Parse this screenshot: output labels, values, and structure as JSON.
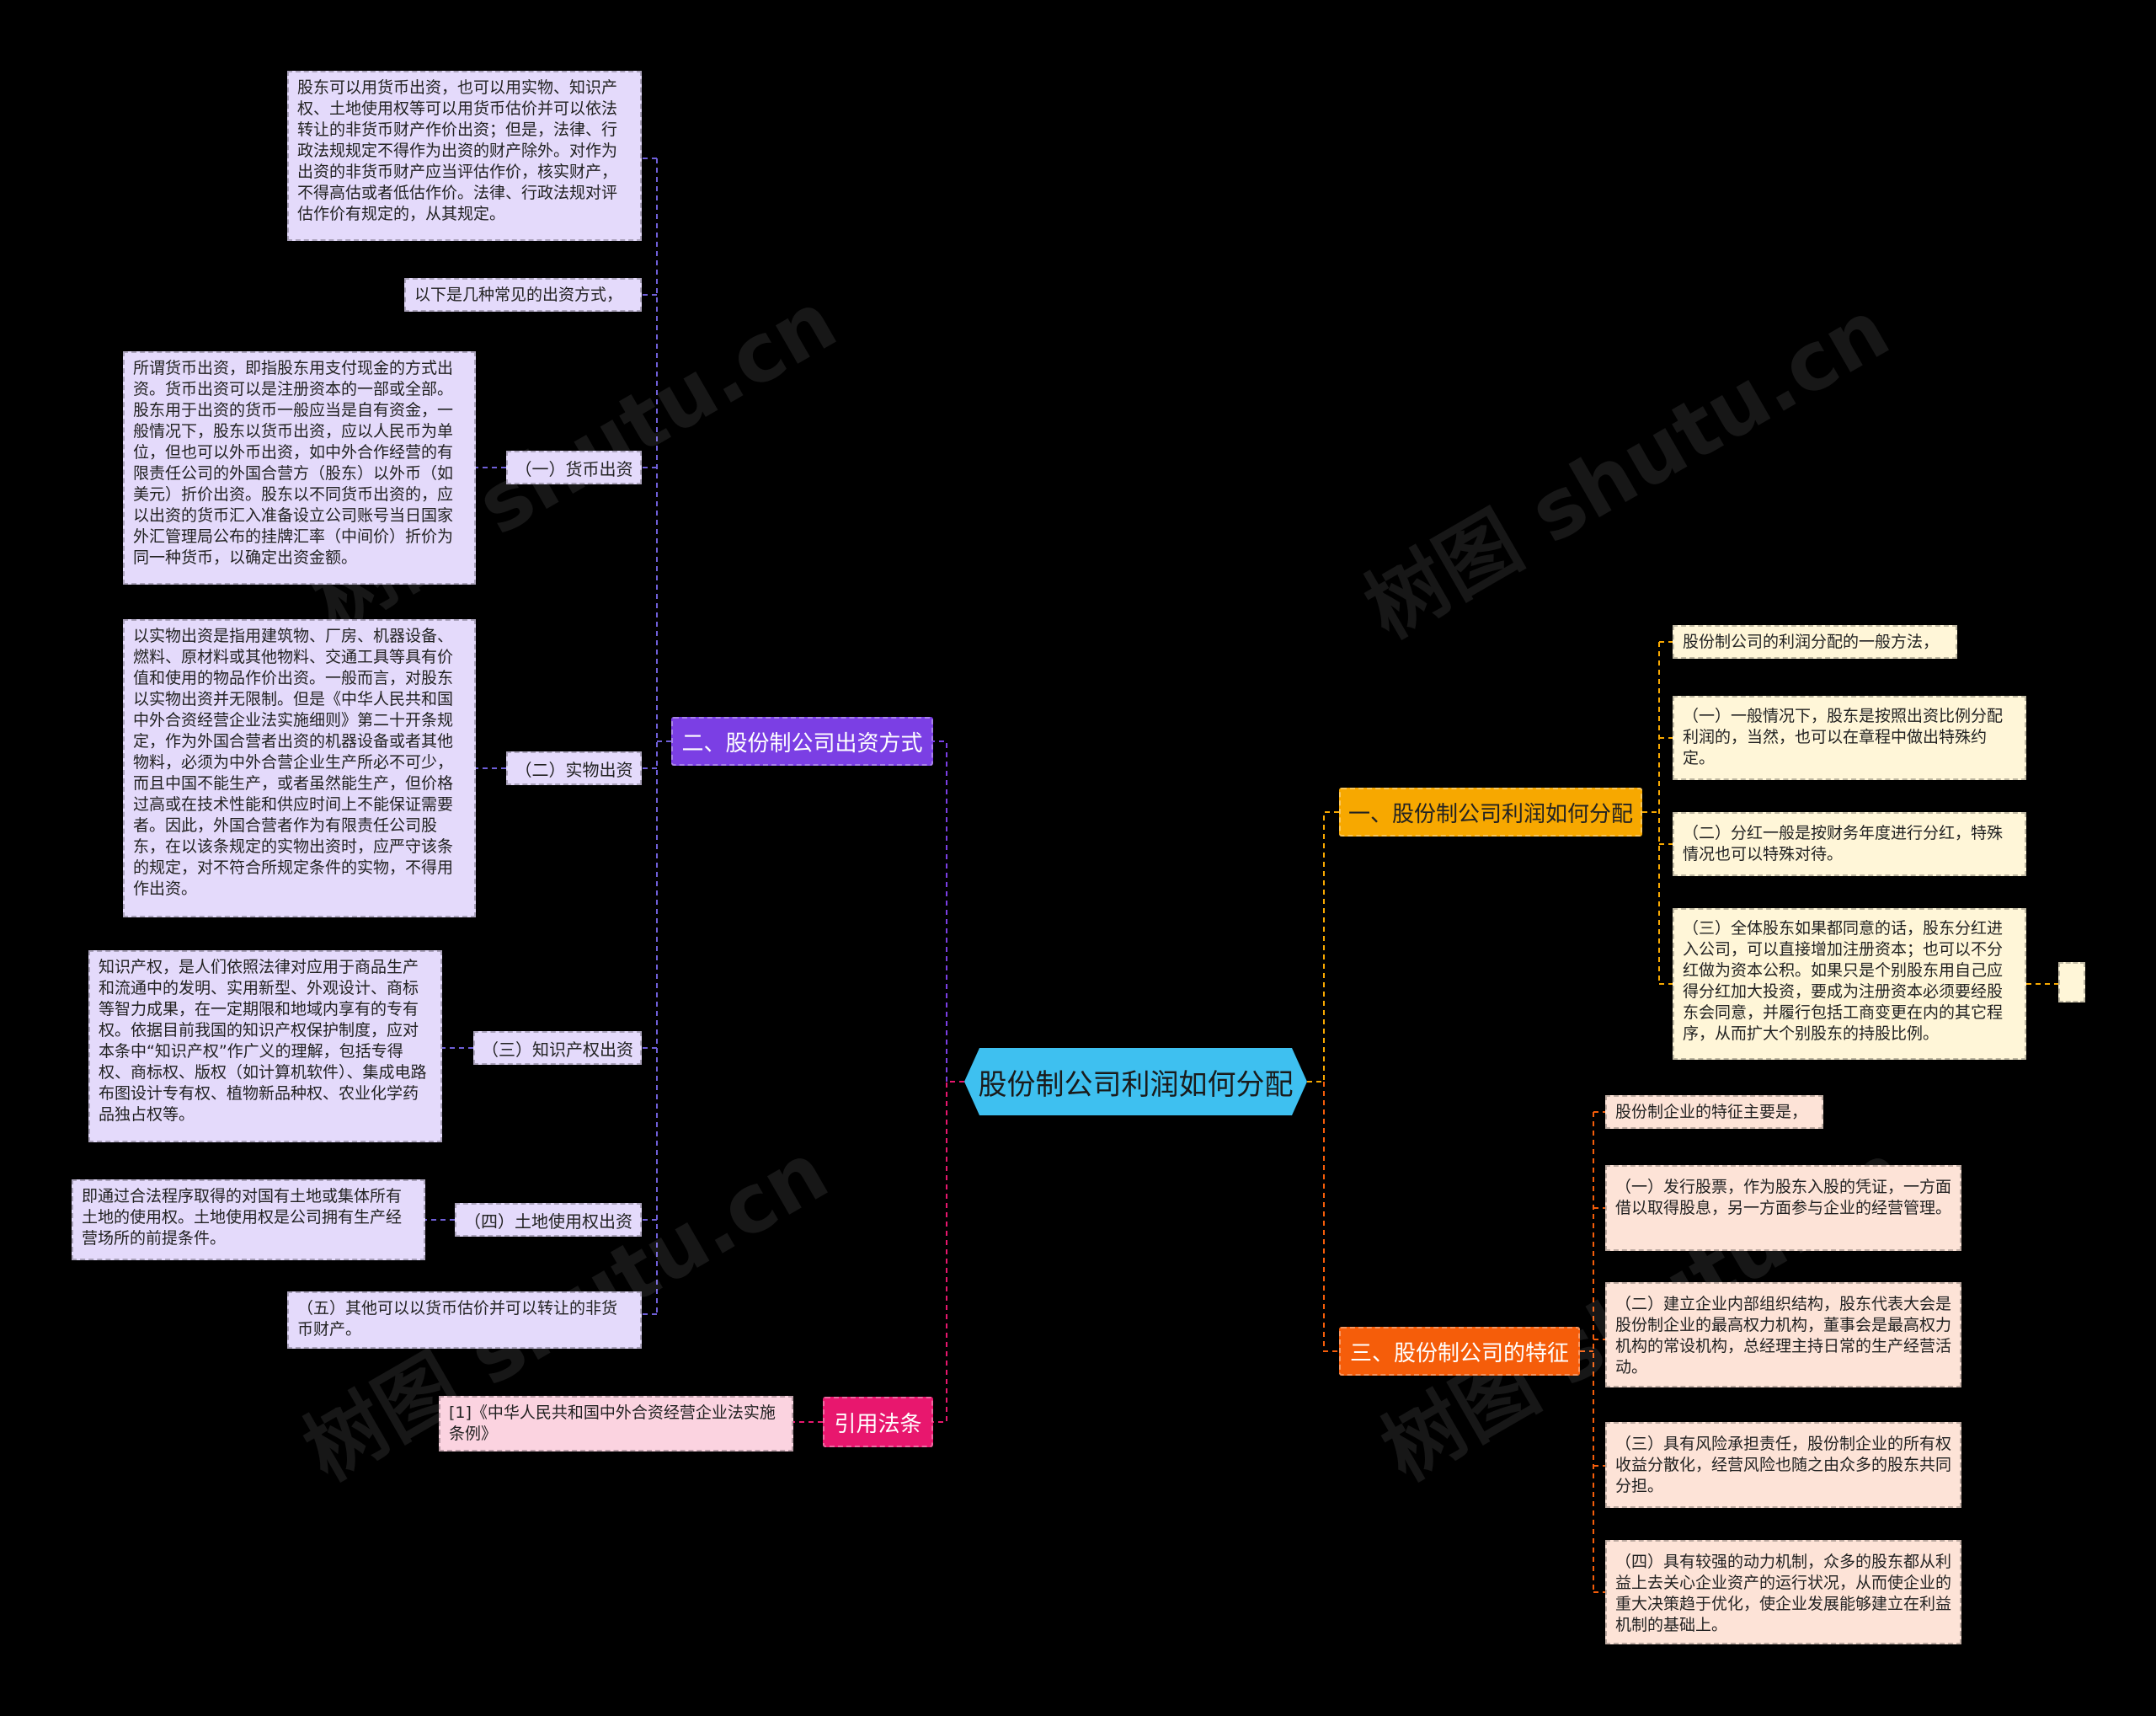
{
  "watermark": "树图 shutu.cn",
  "center": {
    "label": "股份制公司利润如何分配",
    "color": "#3ec0f0"
  },
  "branch_left_invest": {
    "label": "二、股份制公司出资方式",
    "color": "#7b3fe4",
    "items": [
      {
        "text": "股东可以用货币出资，也可以用实物、知识产权、土地使用权等可以用货币估价并可以依法转让的非货币财产作价出资；但是，法律、行政法规规定不得作为出资的财产除外。对作为出资的非货币财产应当评估作价，核实财产，不得高估或者低估作价。法律、行政法规对评估作价有规定的，从其规定。"
      },
      {
        "text": "以下是几种常见的出资方式，"
      },
      {
        "label": "（一）货币出资",
        "text": "所谓货币出资，即指股东用支付现金的方式出资。货币出资可以是注册资本的一部或全部。股东用于出资的货币一般应当是自有资金，一般情况下，股东以货币出资，应以人民币为单位，但也可以外币出资，如中外合作经营的有限责任公司的外国合营方（股东）以外币（如美元）折价出资。股东以不同货币出资的，应以出资的货币汇入准备设立公司账号当日国家外汇管理局公布的挂牌汇率（中间价）折价为同一种货币，以确定出资金额。"
      },
      {
        "label": "（二）实物出资",
        "text": "以实物出资是指用建筑物、厂房、机器设备、燃料、原材料或其他物料、交通工具等具有价值和使用的物品作价出资。一般而言，对股东以实物出资并无限制。但是《中华人民共和国中外合资经营企业法实施细则》第二十开条规定，作为外国合营者出资的机器设备或者其他物料，必须为中外合营企业生产所必不可少，而且中国不能生产，或者虽然能生产，但价格过高或在技术性能和供应时间上不能保证需要者。因此，外国合营者作为有限责任公司股东，在以该条规定的实物出资时，应严守该条的规定，对不符合所规定条件的实物，不得用作出资。"
      },
      {
        "label": "（三）知识产权出资",
        "text": "知识产权，是人们依照法律对应用于商品生产和流通中的发明、实用新型、外观设计、商标等智力成果，在一定期限和地域内享有的专有权。依据目前我国的知识产权保护制度，应对本条中“知识产权”作广义的理解，包括专得权、商标权、版权（如计算机软件）、集成电路布图设计专有权、植物新品种权、农业化学药品独占权等。"
      },
      {
        "label": "（四）土地使用权出资",
        "text": "即通过合法程序取得的对国有土地或集体所有土地的使用权。土地使用权是公司拥有生产经营场所的前提条件。"
      },
      {
        "text": "（五）其他可以以货币估价并可以转让的非货币财产。"
      }
    ]
  },
  "branch_left_law": {
    "label": "引用法条",
    "color": "#e8176e",
    "items": [
      {
        "text": "[1]《中华人民共和国中外合资经营企业法实施条例》"
      }
    ]
  },
  "branch_right_profit": {
    "label": "一、股份制公司利润如何分配",
    "color": "#f7a800",
    "items": [
      {
        "text": "股份制公司的利润分配的一般方法，"
      },
      {
        "text": "（一）一般情况下，股东是按照出资比例分配利润的，当然，也可以在章程中做出特殊约定。"
      },
      {
        "text": "（二）分红一般是按财务年度进行分红，特殊情况也可以特殊对待。"
      },
      {
        "text": "（三）全体股东如果都同意的话，股东分红进入公司，可以直接增加注册资本；也可以不分红做为资本公积。如果只是个别股东用自己应得分红加大投资，要成为注册资本必须要经股东会同意，并履行包括工商变更在内的其它程序，从而扩大个别股东的持股比例。"
      }
    ]
  },
  "branch_right_feature": {
    "label": "三、股份制公司的特征",
    "color": "#f55d0a",
    "items": [
      {
        "text": "股份制企业的特征主要是，"
      },
      {
        "text": "（一）发行股票，作为股东入股的凭证，一方面借以取得股息，另一方面参与企业的经营管理。"
      },
      {
        "text": "（二）建立企业内部组织结构，股东代表大会是股份制企业的最高权力机构，董事会是最高权力机构的常设机构，总经理主持日常的生产经营活动。"
      },
      {
        "text": "（三）具有风险承担责任，股份制企业的所有权收益分散化，经营风险也随之由众多的股东共同分担。"
      },
      {
        "text": "（四）具有较强的动力机制，众多的股东都从利益上去关心企业资产的运行状况，从而使企业的重大决策趋于优化，使企业发展能够建立在利益机制的基础上。"
      }
    ]
  }
}
